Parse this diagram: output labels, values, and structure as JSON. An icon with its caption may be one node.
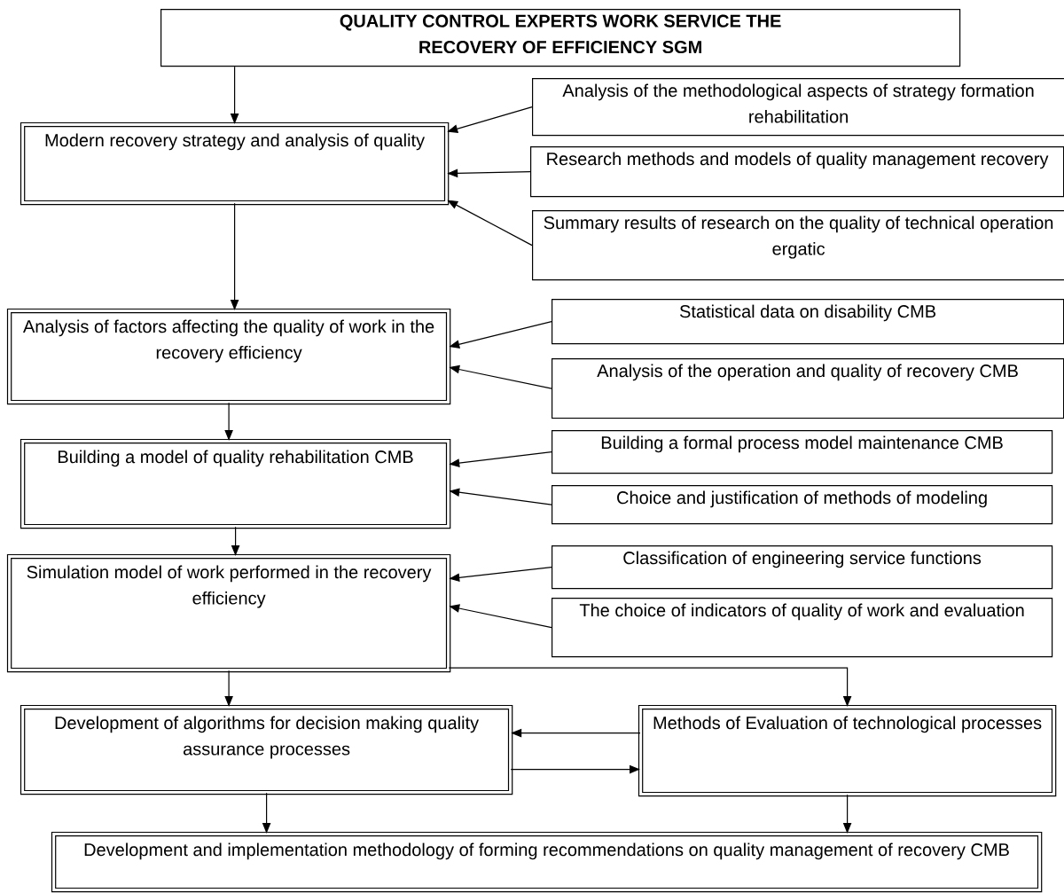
{
  "diagram": {
    "nodes": [
      {
        "text": [
          "QUALITY CONTROL EXPERTS WORK SERVICE THE RECOVERY OF EFFICIENCY SGM"
        ]
      },
      {
        "text": [
          "Modern recovery strategy and analysis of quality"
        ]
      },
      {
        "text": [
          "Analysis of the methodological aspects of strategy formation rehabilitation"
        ]
      },
      {
        "text": [
          "Research methods and models of quality management recovery"
        ]
      },
      {
        "text": [
          "Summary results of research on the quality of technical operation ergatic"
        ]
      },
      {
        "text": [
          "Analysis of factors affecting the quality of work in the recovery efficiency"
        ]
      },
      {
        "text": [
          "Statistical data on disability CMB"
        ]
      },
      {
        "text": [
          "Analysis of the operation and quality of recovery CMB"
        ]
      },
      {
        "text": [
          "Building a model of quality rehabilitation CMB"
        ]
      },
      {
        "text": [
          "Building a formal process model maintenance CMB"
        ]
      },
      {
        "text": [
          "Choice and justification of methods of modeling"
        ]
      },
      {
        "text": [
          "Simulation model of work performed in the recovery efficiency"
        ]
      },
      {
        "text": [
          "Classification of engineering service functions"
        ]
      },
      {
        "text": [
          "The choice of indicators of quality of work and evaluation"
        ]
      },
      {
        "text": [
          "Development of algorithms for decision making quality assurance processes"
        ]
      },
      {
        "text": [
          "Methods of Evaluation of technological processes"
        ]
      },
      {
        "text": [
          "Development and implementation methodology of forming recommendations on quality management of recovery CMB"
        ]
      }
    ],
    "edges": [
      {
        "from": 0,
        "to": 1,
        "arrow": "to"
      },
      {
        "from": 2,
        "to": 1,
        "arrow": "to"
      },
      {
        "from": 3,
        "to": 1,
        "arrow": "to"
      },
      {
        "from": 4,
        "to": 1,
        "arrow": "to"
      },
      {
        "from": 1,
        "to": 5,
        "arrow": "to"
      },
      {
        "from": 6,
        "to": 5,
        "arrow": "to"
      },
      {
        "from": 7,
        "to": 5,
        "arrow": "to"
      },
      {
        "from": 5,
        "to": 8,
        "arrow": "to"
      },
      {
        "from": 9,
        "to": 8,
        "arrow": "to"
      },
      {
        "from": 10,
        "to": 8,
        "arrow": "to"
      },
      {
        "from": 8,
        "to": 11,
        "arrow": "to"
      },
      {
        "from": 12,
        "to": 11,
        "arrow": "to"
      },
      {
        "from": 13,
        "to": 11,
        "arrow": "to"
      },
      {
        "from": 11,
        "to": 14,
        "arrow": "to"
      },
      {
        "from": 11,
        "to": 15,
        "arrow": "to"
      },
      {
        "from": 15,
        "to": 14,
        "arrow": "to"
      },
      {
        "from": 14,
        "to": 15,
        "arrow": "to"
      },
      {
        "from": 14,
        "to": 16,
        "arrow": "to"
      },
      {
        "from": 15,
        "to": 16,
        "arrow": "to"
      }
    ]
  }
}
